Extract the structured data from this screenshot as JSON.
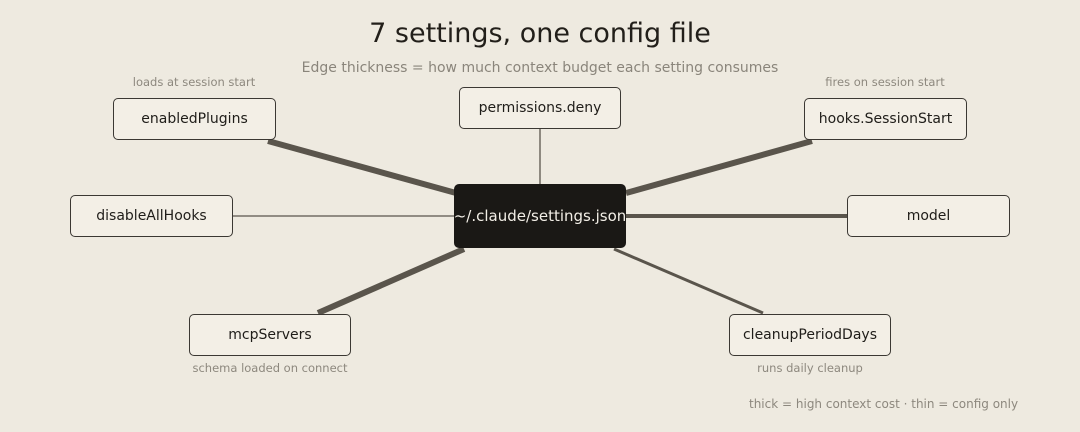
{
  "title": "7 settings, one config file",
  "subtitle": "Edge thickness = how much context budget each setting consumes",
  "center": {
    "label": "~/.claude/settings.json"
  },
  "nodes": [
    {
      "id": "enabled-plugins",
      "label": "enabledPlugins",
      "note": "loads at session start",
      "weight": "thick"
    },
    {
      "id": "permissions-deny",
      "label": "permissions.deny",
      "note": "",
      "weight": "thin"
    },
    {
      "id": "hooks-session-start",
      "label": "hooks.SessionStart",
      "note": "fires on session start",
      "weight": "thick"
    },
    {
      "id": "disable-all-hooks",
      "label": "disableAllHooks",
      "note": "",
      "weight": "thin"
    },
    {
      "id": "model",
      "label": "model",
      "note": "",
      "weight": "thick"
    },
    {
      "id": "mcp-servers",
      "label": "mcpServers",
      "note": "schema loaded on connect",
      "weight": "thick"
    },
    {
      "id": "cleanup-period-days",
      "label": "cleanupPeriodDays",
      "note": "runs daily cleanup",
      "weight": "medium"
    }
  ],
  "footer": "thick = high context cost · thin = config only",
  "colors": {
    "background": "#eeeae0",
    "edge": "#5a554c",
    "center_fill": "#1a1815"
  }
}
